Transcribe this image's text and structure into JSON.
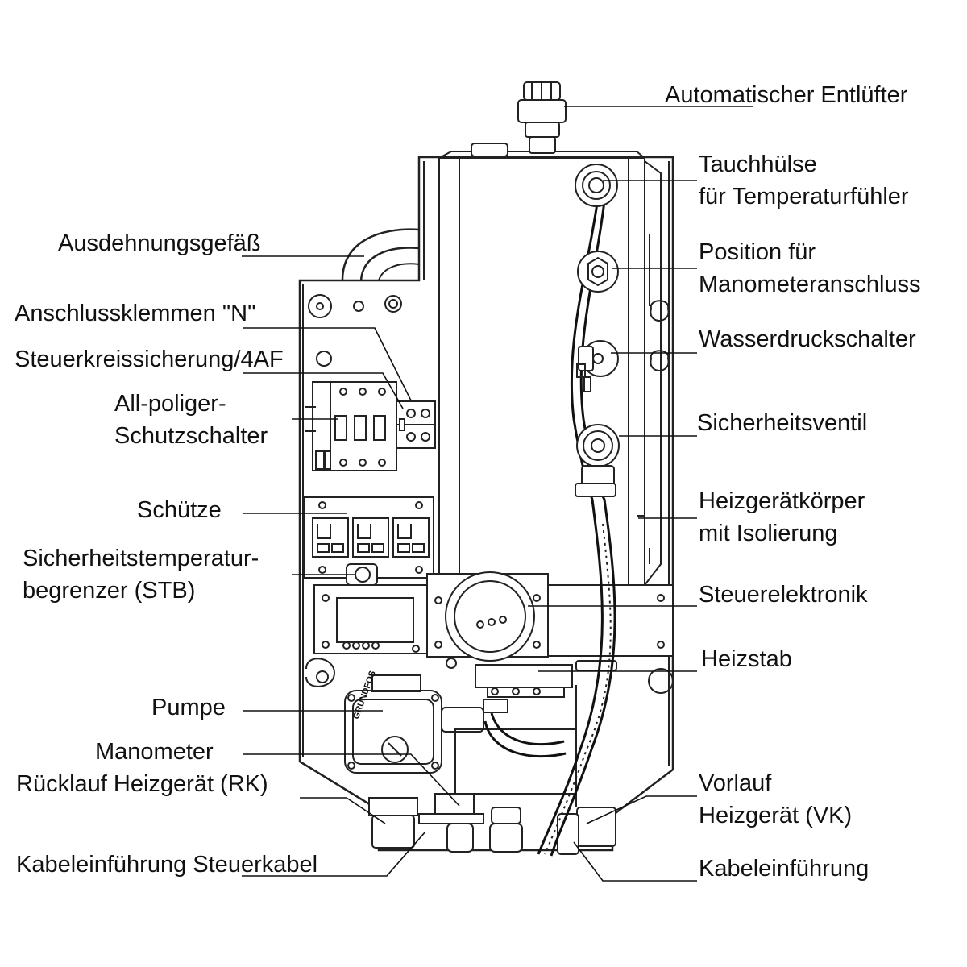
{
  "labels": {
    "automatischer_entluefter": "Automatischer Entlüfter",
    "tauchhuelse_1": "Tauchhülse",
    "tauchhuelse_2": "für Temperaturfühler",
    "ausdehnungsgefaess": "Ausdehnungsgefäß",
    "position_manometer_1": "Position für",
    "position_manometer_2": "Manometeranschluss",
    "anschlussklemmen_n": "Anschlussklemmen \"N\"",
    "wasserdruckschalter": "Wasserdruckschalter",
    "steuerkreissicherung": "Steuerkreissicherung/4AF",
    "allpoliger_1": "All-poliger-",
    "allpoliger_2": "Schutzschalter",
    "sicherheitsventil": "Sicherheitsventil",
    "schuetze": "Schütze",
    "heizgeraetkoerper_1": "Heizgerätkörper",
    "heizgeraetkoerper_2": "mit Isolierung",
    "stb_1": "Sicherheitstemperatur-",
    "stb_2": "begrenzer (STB)",
    "steuerelektronik": "Steuerelektronik",
    "heizstab": "Heizstab",
    "pumpe": "Pumpe",
    "manometer": "Manometer",
    "ruecklauf": "Rücklauf Heizgerät (RK)",
    "vorlauf_1": "Vorlauf",
    "vorlauf_2": "Heizgerät (VK)",
    "kabeleinfuehrung_steuerkabel": "Kabeleinführung Steuerkabel",
    "kabeleinfuehrung": "Kabeleinführung"
  },
  "pump_brand": "GRUNDFOS"
}
